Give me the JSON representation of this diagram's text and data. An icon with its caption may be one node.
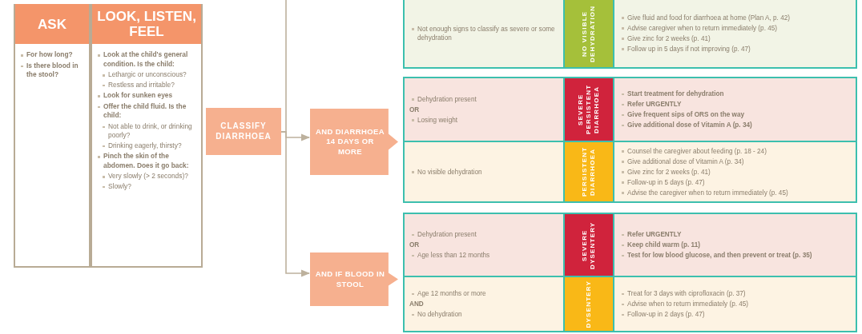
{
  "diagram": {
    "nodes": [
      {
        "text": [
          "ASK",
          "For how long?",
          "Is there blood in the stool?"
        ]
      },
      {
        "text": [
          "LOOK, LISTEN, FEEL",
          "Look at the child's general condition. Is the child:",
          "Lethargic or unconscious?",
          "Restless and irritable?",
          "Look for sunken eyes",
          "Offer the child fluid. Is the child:",
          "Not able to drink, or drinking poorly?",
          "Drinking eagerly, thirsty?",
          "Pinch the skin of the abdomen. Does it go back:",
          "Very slowly (> 2 seconds)?",
          "Slowly?"
        ]
      },
      {
        "text": [
          "CLASSIFY DIARRHOEA"
        ]
      },
      {
        "text": [
          "AND DIARRHOEA 14 DAYS OR MORE"
        ]
      },
      {
        "text": [
          "AND IF BLOOD IN STOOL"
        ]
      },
      {
        "text": [],
        "shape": "box"
      },
      {
        "text": [
          "Not enough signs to classify as severe or some dehydration"
        ],
        "in": 5
      },
      {
        "text": [
          "NO VISIBLE DEHYDRATION"
        ],
        "in": 5
      },
      {
        "text": [
          "Give fluid and food for diarrhoea at home (Plan A, p. 42)",
          "Advise caregiver when to return immediately (p. 45)",
          "Give zinc for 2 weeks (p. 41)",
          "Follow up in 5 days if not improving (p. 47)"
        ],
        "in": 5
      },
      {
        "text": [],
        "shape": "box"
      },
      {
        "text": [
          "Dehydration present",
          "OR",
          "Losing weight"
        ],
        "in": 9
      },
      {
        "text": [
          "SEVERE PERSISTENT DIARRHOEA"
        ],
        "in": 9
      },
      {
        "text": [
          "Start treatment for dehydration",
          "Refer URGENTLY",
          "Give frequent sips of ORS on the way",
          "Give additional dose of Vitamin A (p. 34)"
        ],
        "in": 9
      },
      {
        "text": [
          "No visible dehydration"
        ],
        "in": 9
      },
      {
        "text": [
          "PERSISTENT DIARRHOEA"
        ],
        "in": 9
      },
      {
        "text": [
          "Counsel the caregiver about feeding (p. 18 - 24)",
          "Give additional dose of Vitamin A (p. 34)",
          "Give zinc for 2 weeks (p. 41)",
          "Follow-up in 5 days (p. 47)",
          "Advise the caregiver when to return immediately (p. 45)"
        ],
        "in": 9
      },
      {
        "text": [],
        "shape": "box"
      },
      {
        "text": [
          "Dehydration present",
          "OR",
          "Age less than 12 months"
        ],
        "in": 16
      },
      {
        "text": [
          "SEVERE DYSENTERY"
        ],
        "in": 16
      },
      {
        "text": [
          "Refer URGENTLY",
          "Keep child warm (p. 11)",
          "Test for low blood glucose, and then prevent or treat (p. 35)"
        ],
        "in": 16
      },
      {
        "text": [
          "Age 12 months or more",
          "AND",
          "No dehydration"
        ],
        "in": 16
      },
      {
        "text": [
          "DYSENTERY"
        ],
        "in": 16
      },
      {
        "text": [
          "Treat for 3 days with ciprofloxacin (p. 37)",
          "Advise when to return immediately (p. 45)",
          "Follow-up in 2 days (p. 47)"
        ],
        "in": 16
      }
    ],
    "edges": [
      {
        "from": 2,
        "to": null,
        "arrow": "none"
      },
      {
        "from": 2,
        "to": 3,
        "arrow": "to"
      },
      {
        "from": 2,
        "to": 4,
        "arrow": "to"
      }
    ]
  }
}
